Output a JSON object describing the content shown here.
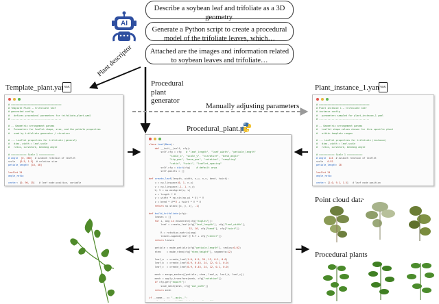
{
  "prompts": [
    "Describe a soybean leaf and trifoliate as a 3D geometry.",
    "Generate a Python script to create a procedural model of the trifoliate leaves, which…",
    "Attached are the images and information related to soybean leaves and trifoliate…"
  ],
  "ai_label": "AI",
  "labels": {
    "plant_descriptor": "Plant descriptor",
    "procedural_generator": [
      "Procedural",
      "plant",
      "generator"
    ],
    "template_file": "Template_plant.yaml",
    "instance_file": "Plant_instance_1.yaml",
    "script_file": "Procedural_plant.py",
    "manual_adjust": "Manually adjusting parameters",
    "point_cloud": "Point cloud data",
    "procedural_plants": "Procedural plants"
  },
  "colors": {
    "robot": "#2f4fa0",
    "dashed_arrow": "#999999",
    "leaf": "#4f8a2a"
  },
  "icons": [
    "robot-icon",
    "yaml-file-icon",
    "python-logo-icon"
  ]
}
